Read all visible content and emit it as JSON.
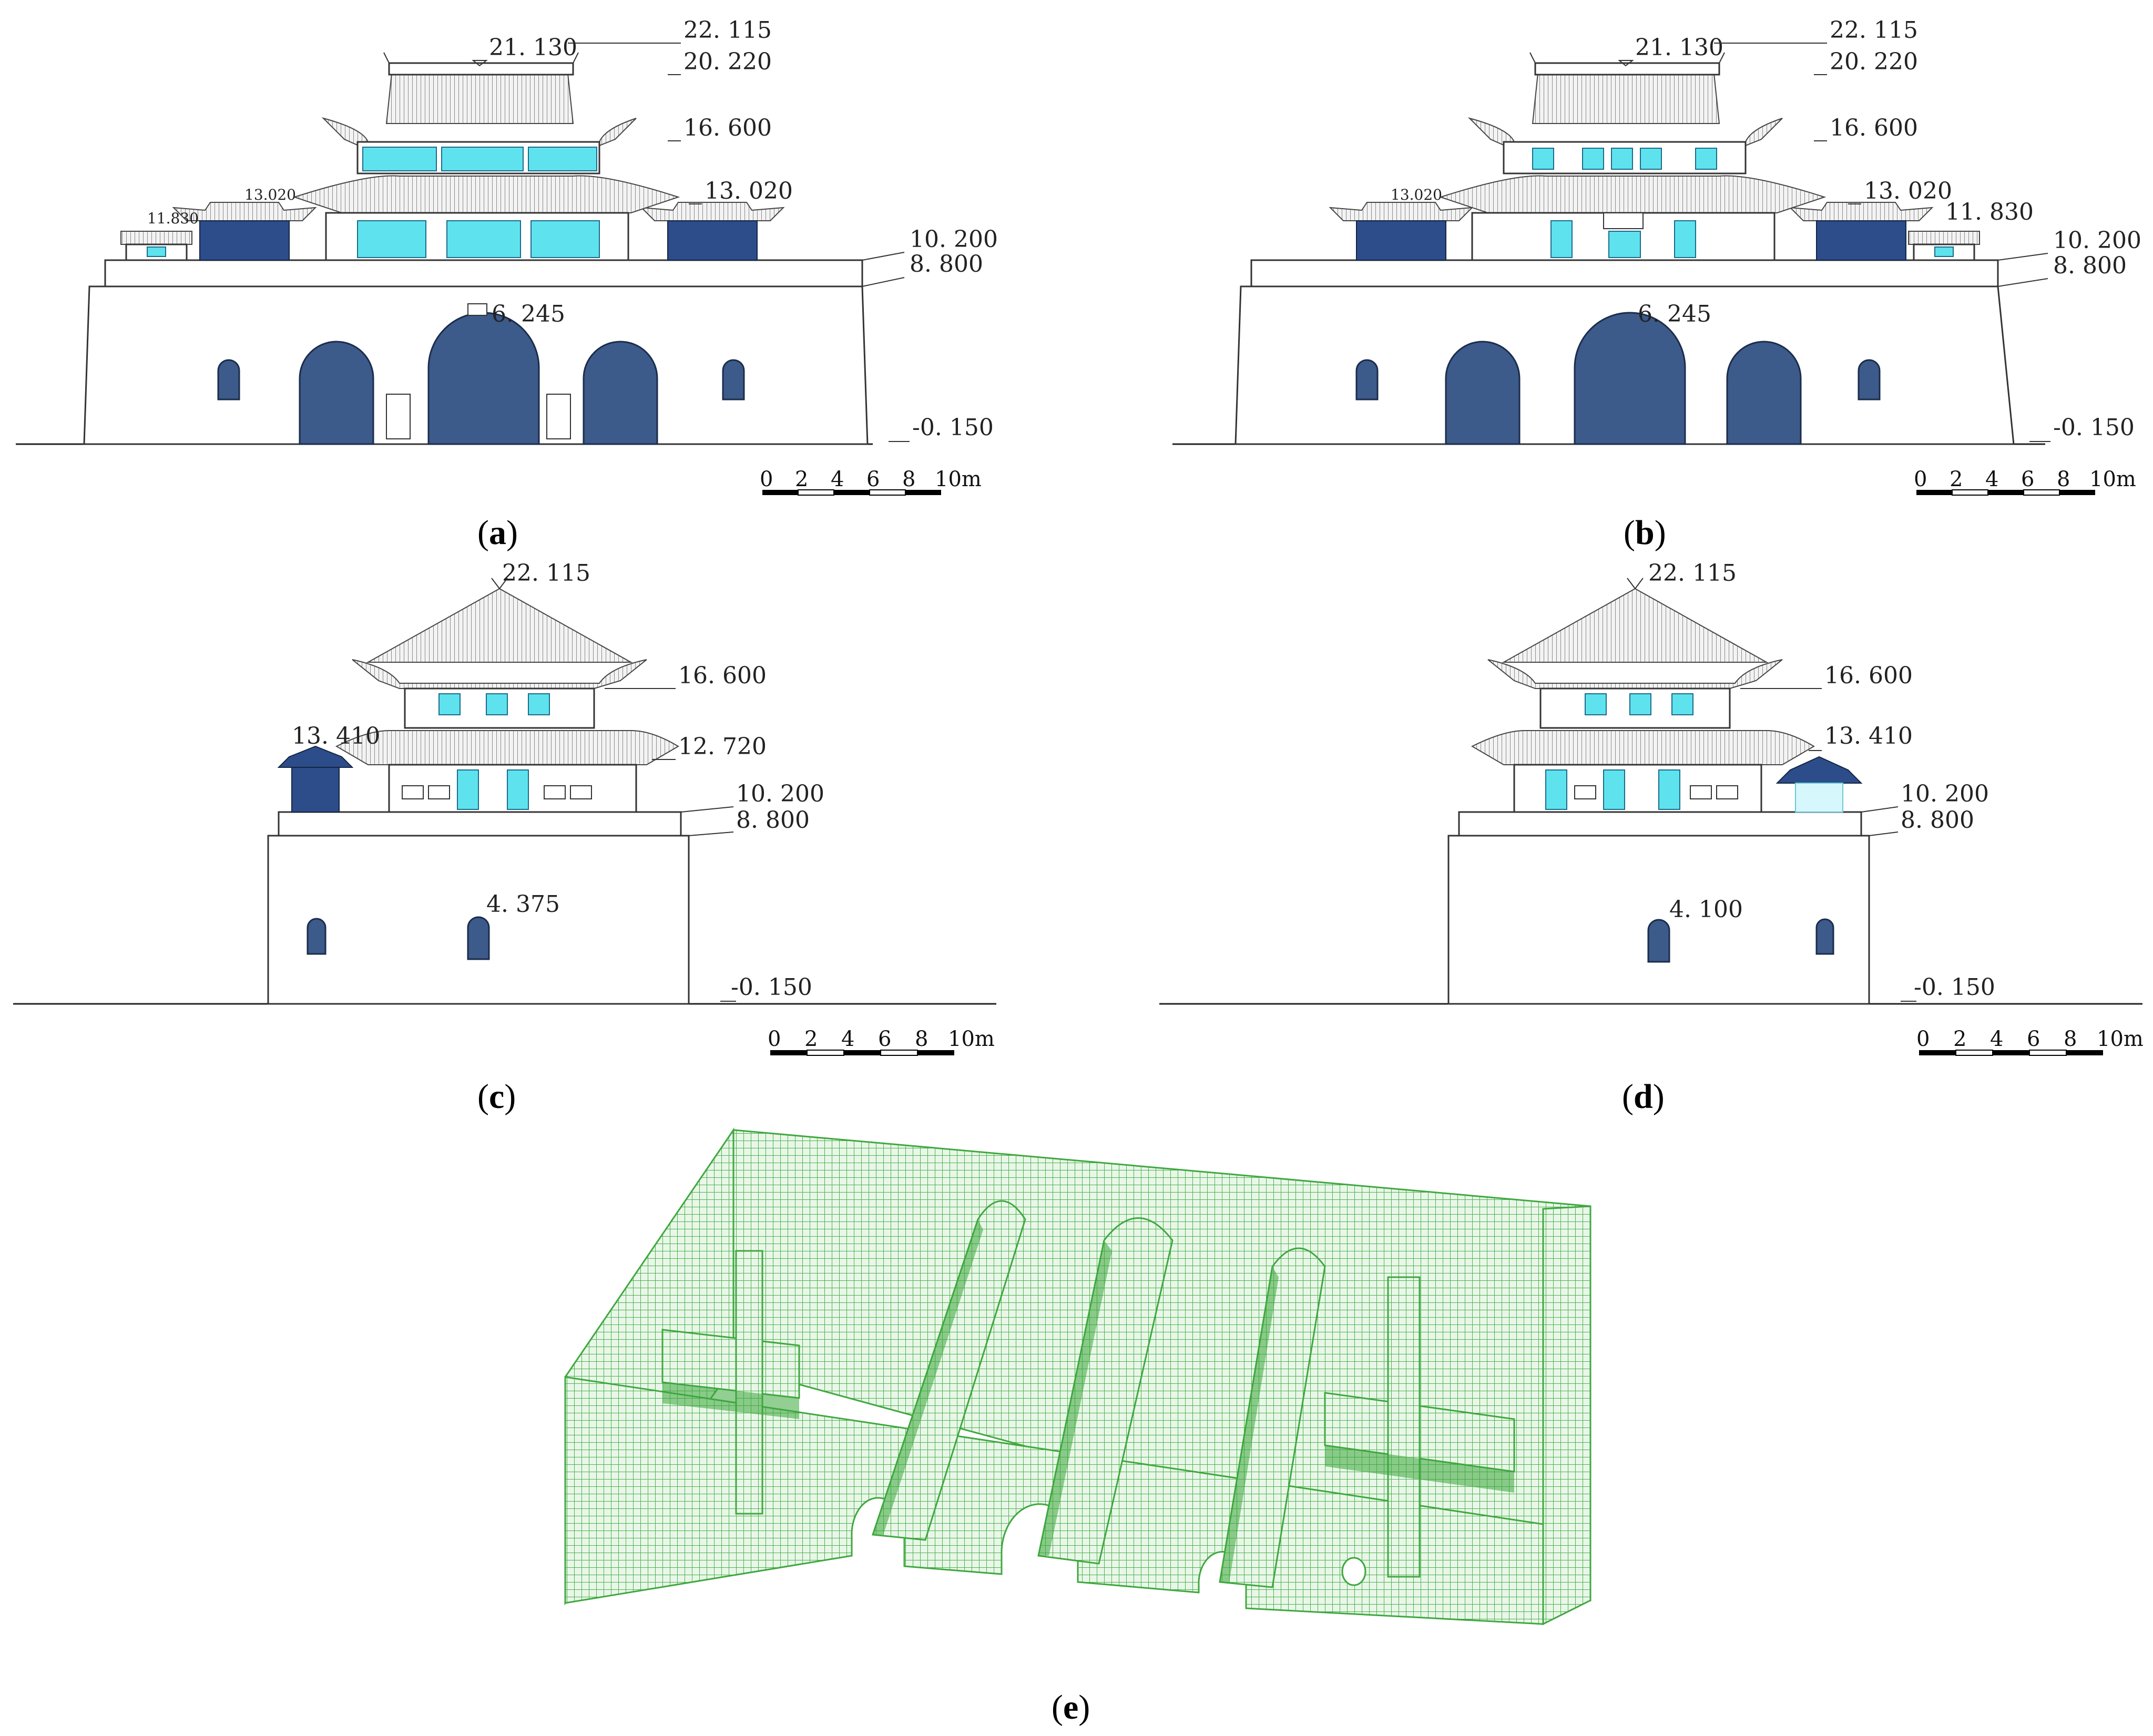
{
  "panels": {
    "a": {
      "caption": "a",
      "elevations": [
        "22. 115",
        "21. 130",
        "20. 220",
        "16. 600",
        "13. 020",
        "13.020",
        "11.830",
        "10. 200",
        "8. 800",
        "6. 245",
        "-0. 150"
      ],
      "scale": {
        "ticks": [
          "0",
          "2",
          "4",
          "6",
          "8",
          "10m"
        ]
      }
    },
    "b": {
      "caption": "b",
      "elevations": [
        "22. 115",
        "21. 130",
        "20. 220",
        "16. 600",
        "13.020",
        "13. 020",
        "11. 830",
        "10. 200",
        "8. 800",
        "6. 245",
        "-0. 150"
      ],
      "scale": {
        "ticks": [
          "0",
          "2",
          "4",
          "6",
          "8",
          "10m"
        ]
      }
    },
    "c": {
      "caption": "c",
      "elevations": [
        "22. 115",
        "16. 600",
        "13. 410",
        "12. 720",
        "10. 200",
        "8. 800",
        "4. 375",
        "-0. 150"
      ],
      "scale": {
        "ticks": [
          "0",
          "2",
          "4",
          "6",
          "8",
          "10m"
        ]
      }
    },
    "d": {
      "caption": "d",
      "elevations": [
        "22. 115",
        "16. 600",
        "13. 410",
        "10. 200",
        "8. 800",
        "4. 100",
        "-0. 150"
      ],
      "scale": {
        "ticks": [
          "0",
          "2",
          "4",
          "6",
          "8",
          "10m"
        ]
      }
    },
    "e": {
      "caption": "e"
    }
  },
  "colors": {
    "window_cyan": "#5ee3ee",
    "arch_blue": "#3c5a8a",
    "mesh_green": "#3fa83f",
    "roof_gray": "#9a9a9a"
  }
}
